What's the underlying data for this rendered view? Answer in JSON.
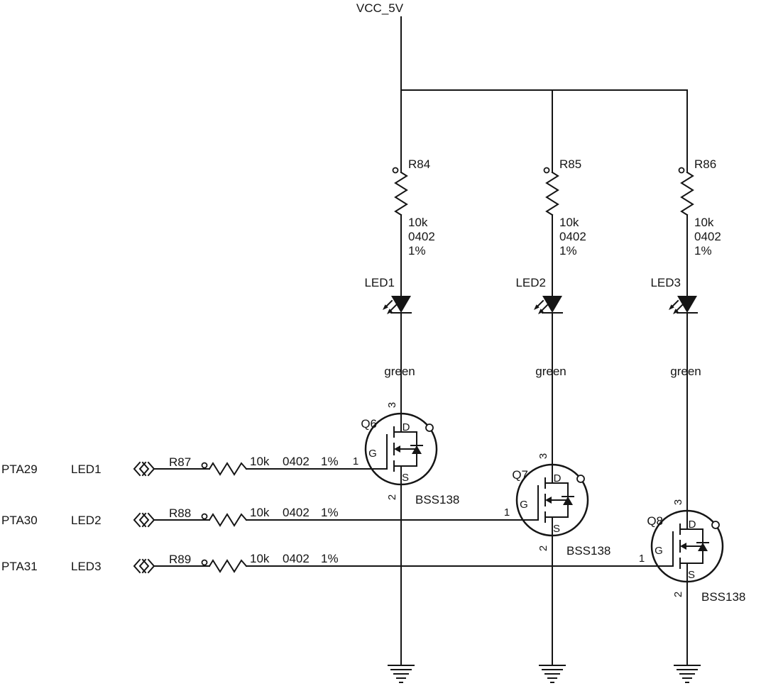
{
  "schematic": {
    "power_net": "VCC_5V",
    "branches": [
      {
        "resistor": {
          "ref": "R84",
          "value": "10k",
          "package": "0402",
          "tolerance": "1%"
        },
        "led": {
          "ref": "LED1",
          "color": "green"
        },
        "mosfet": {
          "ref": "Q6",
          "part": "BSS138",
          "pin_d": "D",
          "pin_g": "G",
          "pin_s": "S",
          "num_d": "3",
          "num_g": "1",
          "num_s": "2"
        }
      },
      {
        "resistor": {
          "ref": "R85",
          "value": "10k",
          "package": "0402",
          "tolerance": "1%"
        },
        "led": {
          "ref": "LED2",
          "color": "green"
        },
        "mosfet": {
          "ref": "Q7",
          "part": "BSS138",
          "pin_d": "D",
          "pin_g": "G",
          "pin_s": "S",
          "num_d": "3",
          "num_g": "1",
          "num_s": "2"
        }
      },
      {
        "resistor": {
          "ref": "R86",
          "value": "10k",
          "package": "0402",
          "tolerance": "1%"
        },
        "led": {
          "ref": "LED3",
          "color": "green"
        },
        "mosfet": {
          "ref": "Q8",
          "part": "BSS138",
          "pin_d": "D",
          "pin_g": "G",
          "pin_s": "S",
          "num_d": "3",
          "num_g": "1",
          "num_s": "2"
        }
      }
    ],
    "inputs": [
      {
        "signal": "PTA29",
        "net": "LED1",
        "resistor": {
          "ref": "R87",
          "value": "10k",
          "package": "0402",
          "tolerance": "1%"
        }
      },
      {
        "signal": "PTA30",
        "net": "LED2",
        "resistor": {
          "ref": "R88",
          "value": "10k",
          "package": "0402",
          "tolerance": "1%"
        }
      },
      {
        "signal": "PTA31",
        "net": "LED3",
        "resistor": {
          "ref": "R89",
          "value": "10k",
          "package": "0402",
          "tolerance": "1%"
        }
      }
    ],
    "colors": {
      "ink": "#151515",
      "background": "#ffffff"
    }
  }
}
